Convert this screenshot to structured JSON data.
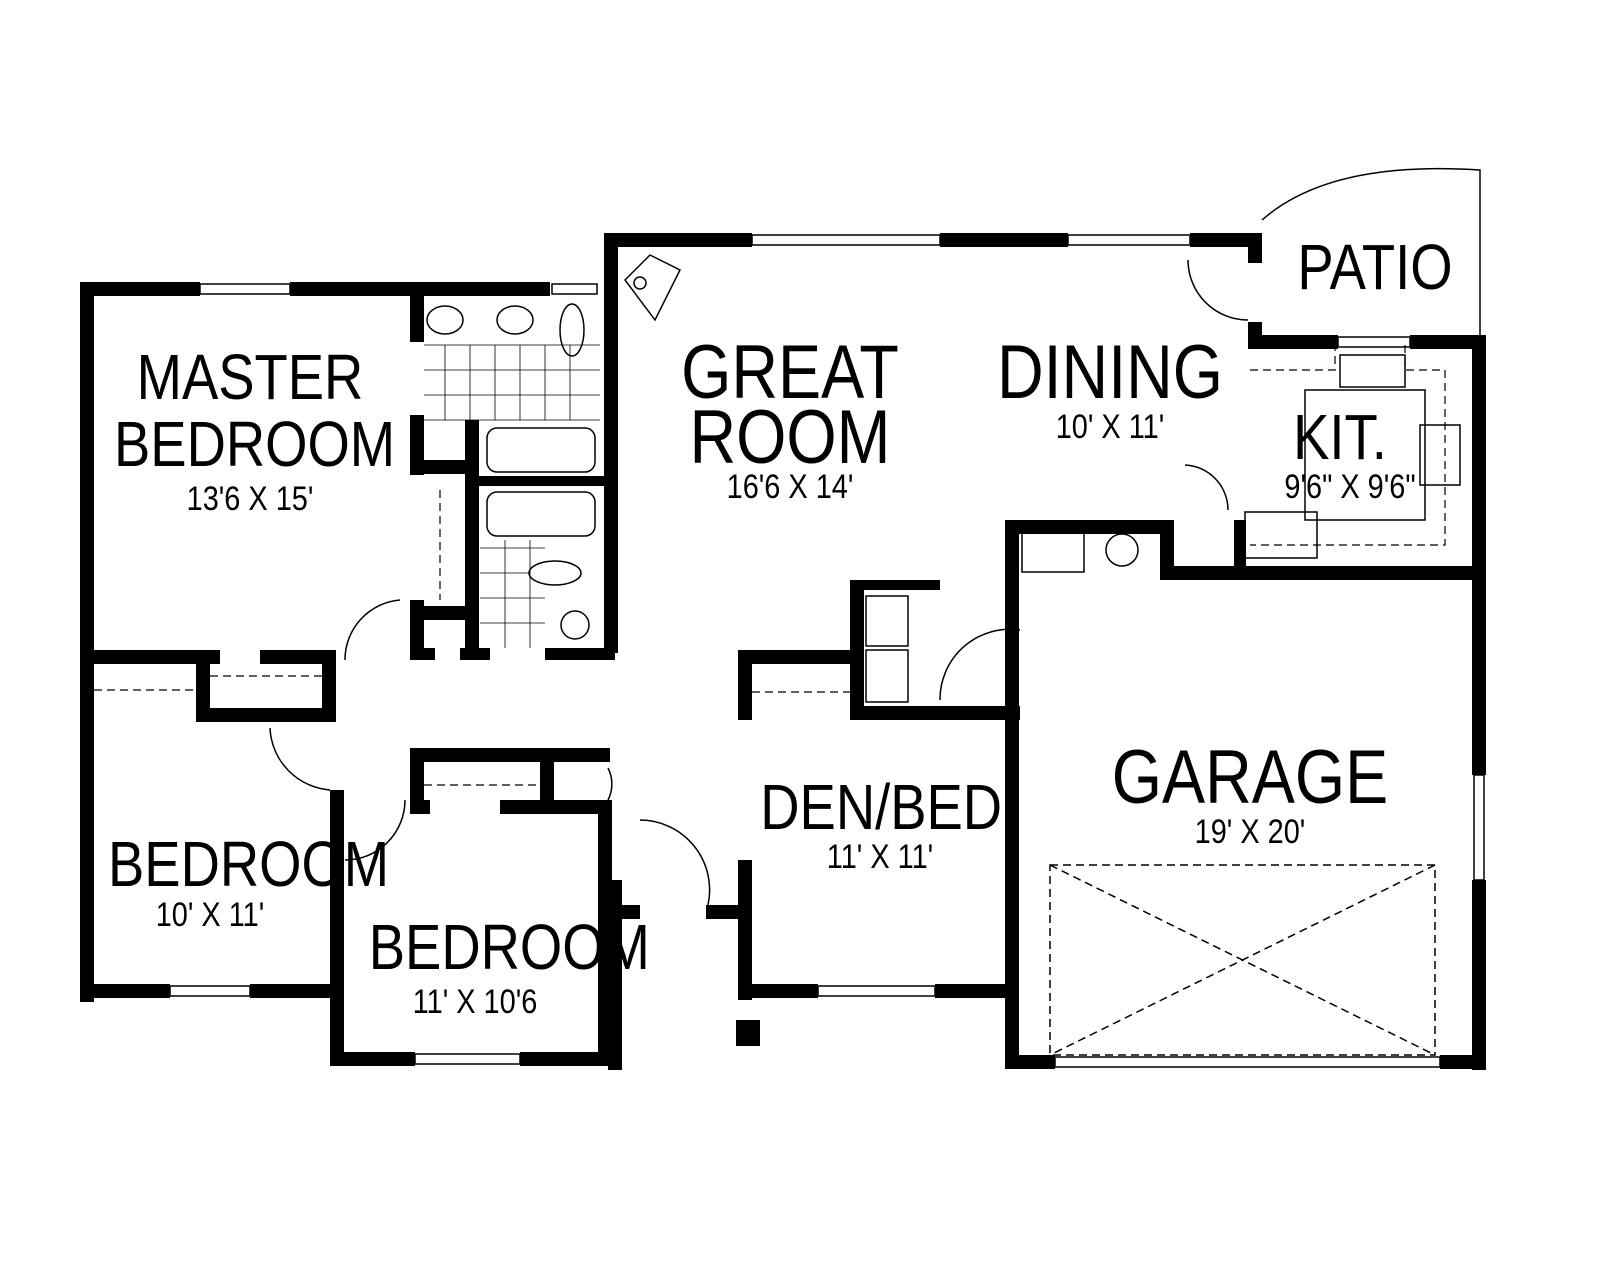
{
  "plan": {
    "rooms": [
      {
        "id": "master-bedroom",
        "name_line1": "MASTER",
        "name_line2": "BEDROOM",
        "dims": "13'6 X 15'"
      },
      {
        "id": "great-room",
        "name_line1": "GREAT",
        "name_line2": "ROOM",
        "dims": "16'6 X 14'"
      },
      {
        "id": "dining",
        "name": "DINING",
        "dims": "10' X 11'"
      },
      {
        "id": "patio",
        "name": "PATIO"
      },
      {
        "id": "kitchen",
        "name": "KIT.",
        "dims": "9'6\" X 9'6\""
      },
      {
        "id": "bedroom-2",
        "name": "BEDROOM",
        "dims": "10' X 11'"
      },
      {
        "id": "bedroom-3",
        "name": "BEDROOM",
        "dims": "11' X 10'6"
      },
      {
        "id": "den-bed",
        "name": "DEN/BED",
        "dims": "11' X 11'"
      },
      {
        "id": "garage",
        "name": "GARAGE",
        "dims": "19' X 20'"
      }
    ]
  }
}
